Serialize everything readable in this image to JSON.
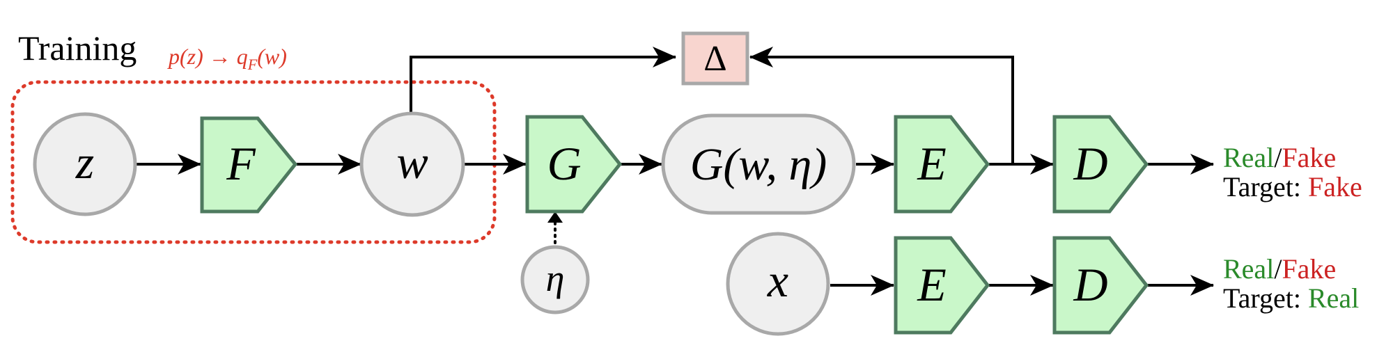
{
  "training": {
    "title": "Training",
    "mapping": "p(z) → q",
    "mapping_sub": "F",
    "mapping_tail": "(w)"
  },
  "nodes": {
    "z": "z",
    "F": "F",
    "w": "w",
    "G": "G",
    "eta": "η",
    "G_output": "G(w, η)",
    "E_top": "E",
    "D_top": "D",
    "x": "x",
    "E_bottom": "E",
    "D_bottom": "D",
    "delta": "Δ"
  },
  "outputs": {
    "top": {
      "real": "Real",
      "slash": "/",
      "fake": "Fake",
      "target_label": "Target: ",
      "target_value": "Fake"
    },
    "bottom": {
      "real": "Real",
      "slash": "/",
      "fake": "Fake",
      "target_label": "Target: ",
      "target_value": "Real"
    }
  },
  "colors": {
    "real": "#2a8a2a",
    "fake": "#cc2222",
    "training_annotation": "#dd3a2a",
    "module_fill": "#c9f7c9",
    "module_stroke": "#4e7a5f",
    "variable_fill": "#efefef",
    "variable_stroke": "#a8a8a8",
    "delta_fill": "#f8d5cf"
  }
}
